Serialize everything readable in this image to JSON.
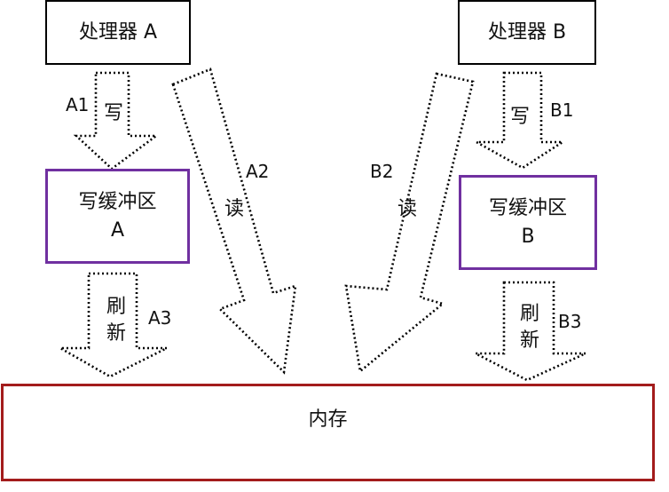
{
  "processors": {
    "a": "处理器 A",
    "b": "处理器 B"
  },
  "buffers": {
    "a": {
      "line1": "写缓冲区",
      "line2": "A"
    },
    "b": {
      "line1": "写缓冲区",
      "line2": "B"
    }
  },
  "memory": "内存",
  "arrows": {
    "a1": {
      "id": "A1",
      "action": "写"
    },
    "a2": {
      "id": "A2",
      "action": "读"
    },
    "a3": {
      "id": "A3",
      "action1": "刷",
      "action2": "新"
    },
    "b1": {
      "id": "B1",
      "action": "写"
    },
    "b2": {
      "id": "B2",
      "action": "读"
    },
    "b3": {
      "id": "B3",
      "action1": "刷",
      "action2": "新"
    }
  },
  "colors": {
    "processor_border": "#000000",
    "buffer_border": "#7030a0",
    "memory_border": "#a31c1c",
    "arrow_outline": "#000000"
  }
}
